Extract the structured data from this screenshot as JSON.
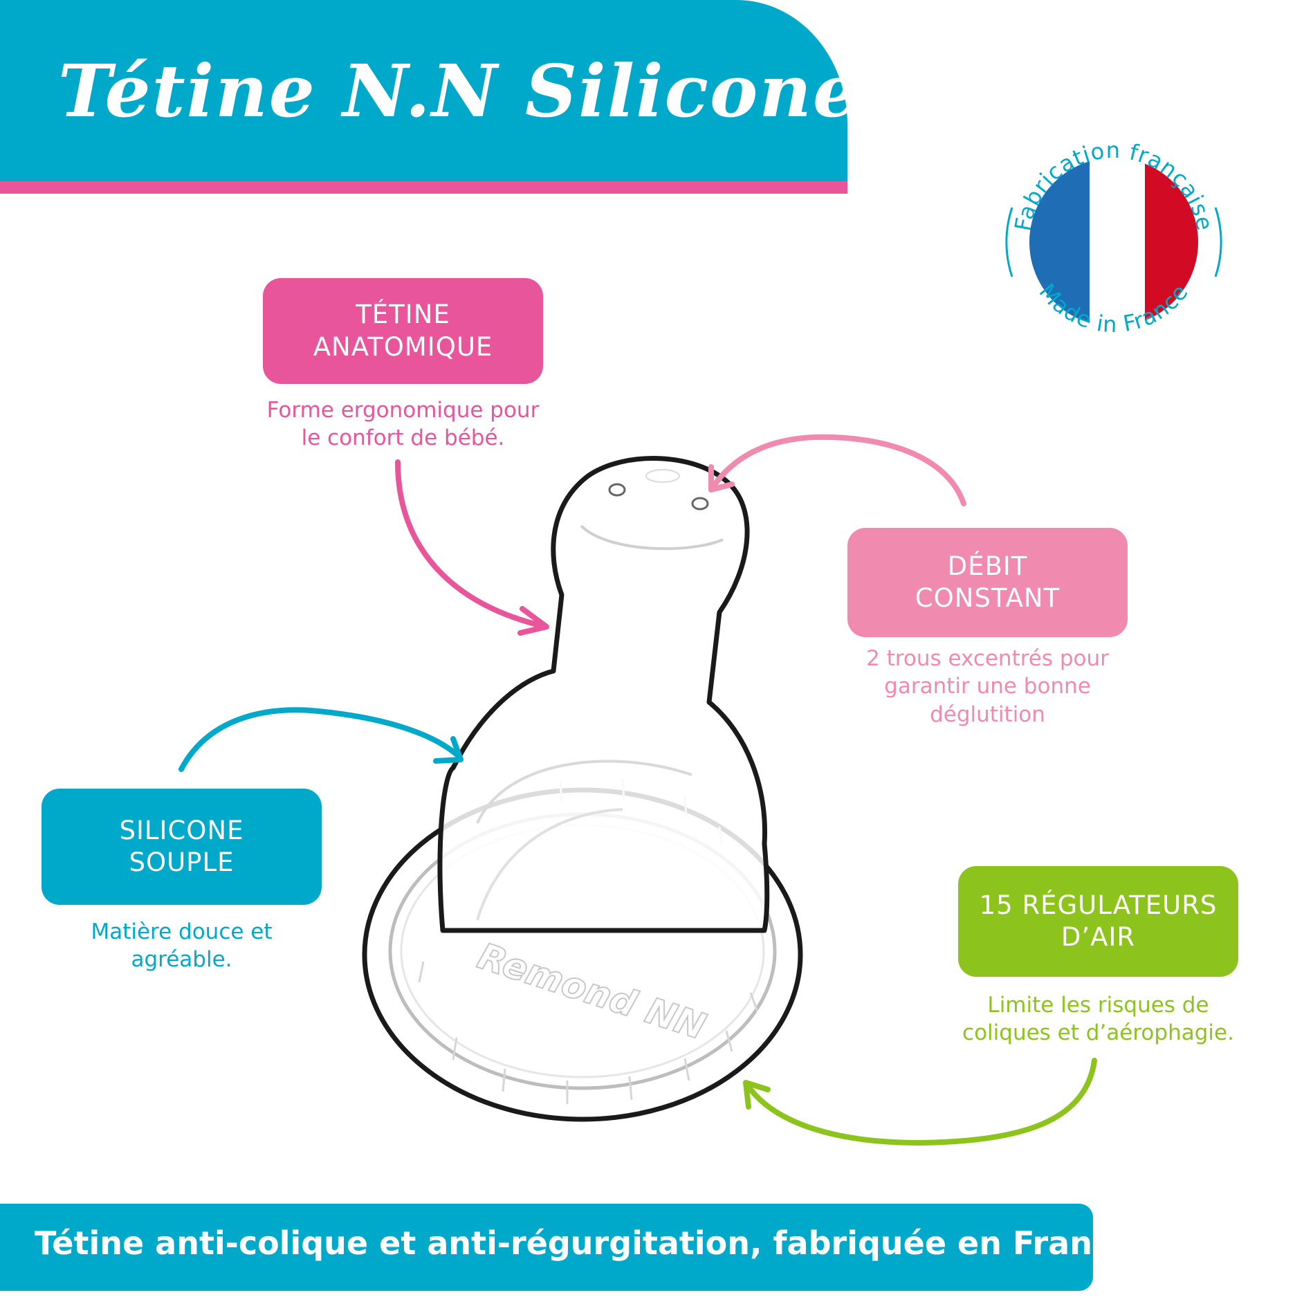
{
  "header": {
    "title": "Tétine N.N Silicone"
  },
  "features": [
    {
      "label_line1": "TÉTINE",
      "label_line2": "ANATOMIQUE",
      "desc_line1": "Forme ergonomique pour",
      "desc_line2": "le confort de bébé.",
      "desc_line3": "",
      "color": "#e8559a"
    },
    {
      "label_line1": "DÉBIT",
      "label_line2": "CONSTANT",
      "desc_line1": "2 trous excentrés pour",
      "desc_line2": "garantir une bonne",
      "desc_line3": "déglutition",
      "color": "#f08aae"
    },
    {
      "label_line1": "SILICONE",
      "label_line2": "SOUPLE",
      "desc_line1": "Matière douce et",
      "desc_line2": "agréable.",
      "desc_line3": "",
      "color": "#00a9c9"
    },
    {
      "label_line1": "15 RÉGULATEURS",
      "label_line2": "D’AIR",
      "desc_line1": "Limite les risques de",
      "desc_line2": "coliques et d’aérophagie.",
      "desc_line3": "",
      "color": "#8cc31d"
    }
  ],
  "seal": {
    "top_text": "Fabrication française",
    "bottom_text": "Made in France",
    "flag_colors": [
      "#1f6db5",
      "#ffffff",
      "#d20a23"
    ]
  },
  "product": {
    "engraving": "Remond NN"
  },
  "footer": {
    "text": "Tétine anti-colique et anti-régurgitation, fabriquée en France !"
  }
}
